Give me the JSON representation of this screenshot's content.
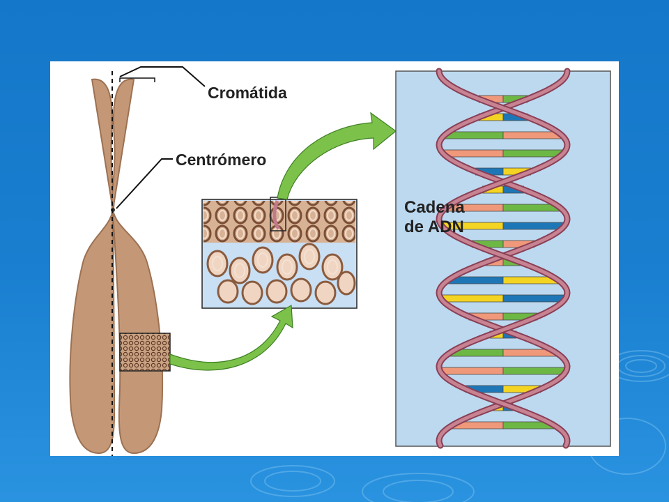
{
  "labels": {
    "chromatid": "Cromátida",
    "centromere": "Centrómero",
    "dna_line1": "Cadena",
    "dna_line2": "de ADN"
  },
  "colors": {
    "slide_background": "#1a7fd0",
    "chromosome": "#c49877",
    "chromosome_outline": "#9c7152",
    "arrow_green": "#7cc24a",
    "dna_panel": "#bcd9f0",
    "helix_strand": "#b5707e",
    "base_orange": "#f0987a",
    "base_green": "#6db845",
    "base_yellow": "#f4d422",
    "base_blue": "#1d77b7"
  }
}
